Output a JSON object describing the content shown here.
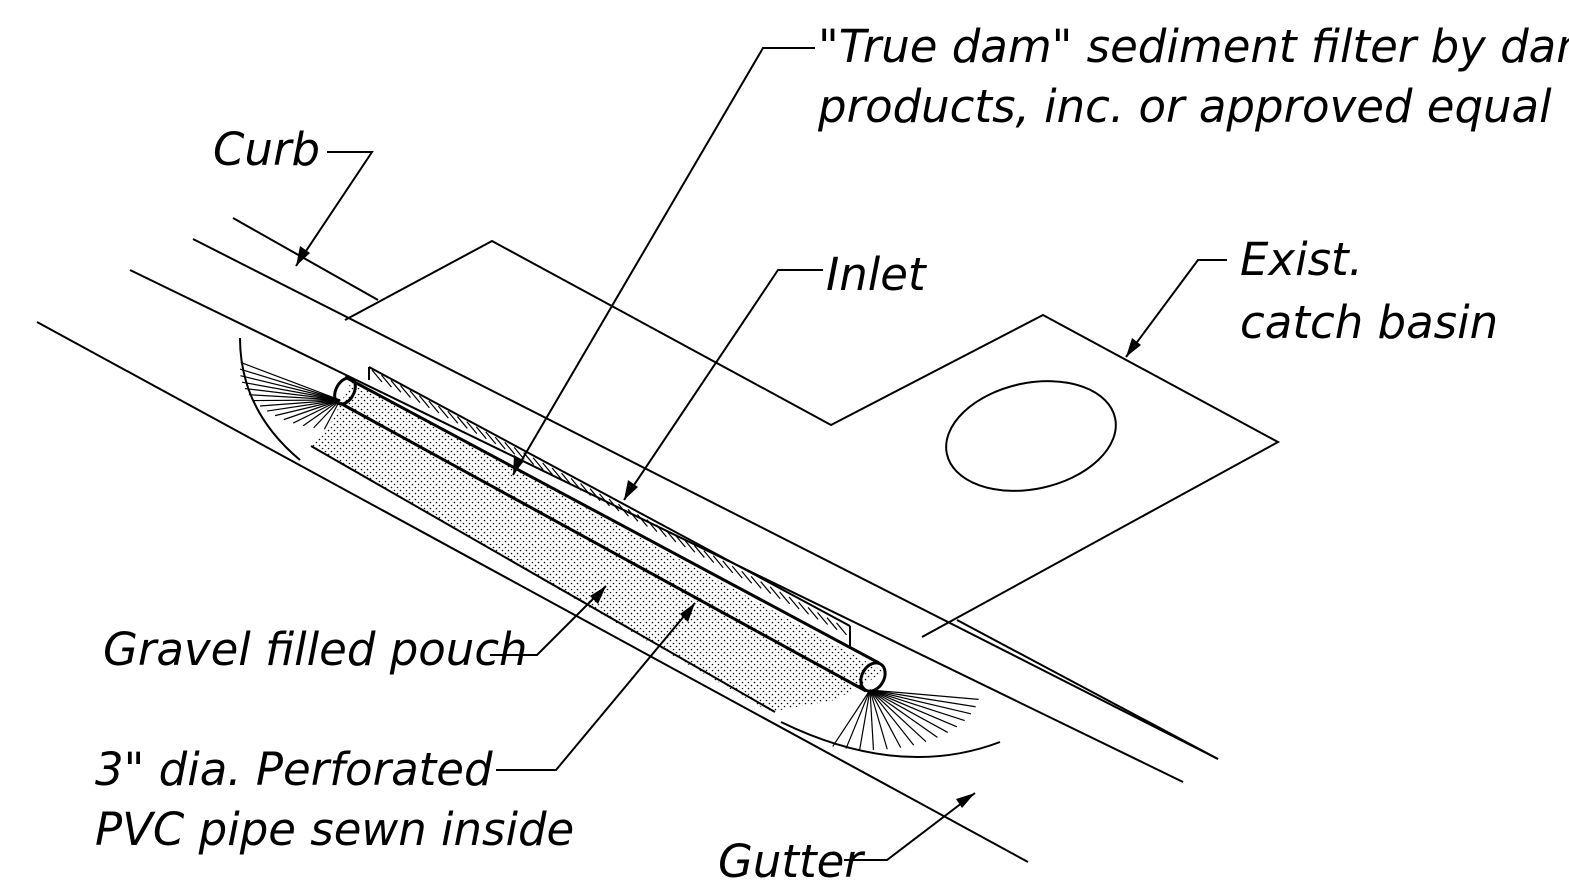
{
  "labels": {
    "filter_line1": "\"True dam\" sediment filter by dandy",
    "filter_line2": "products, inc. or approved equal",
    "curb": "Curb",
    "inlet": "Inlet",
    "basin_line1": "Exist.",
    "basin_line2": "catch basin",
    "pouch": "Gravel filled pouch",
    "pipe_line1": "3\" dia. Perforated",
    "pipe_line2": "PVC pipe sewn inside",
    "gutter": "Gutter"
  }
}
